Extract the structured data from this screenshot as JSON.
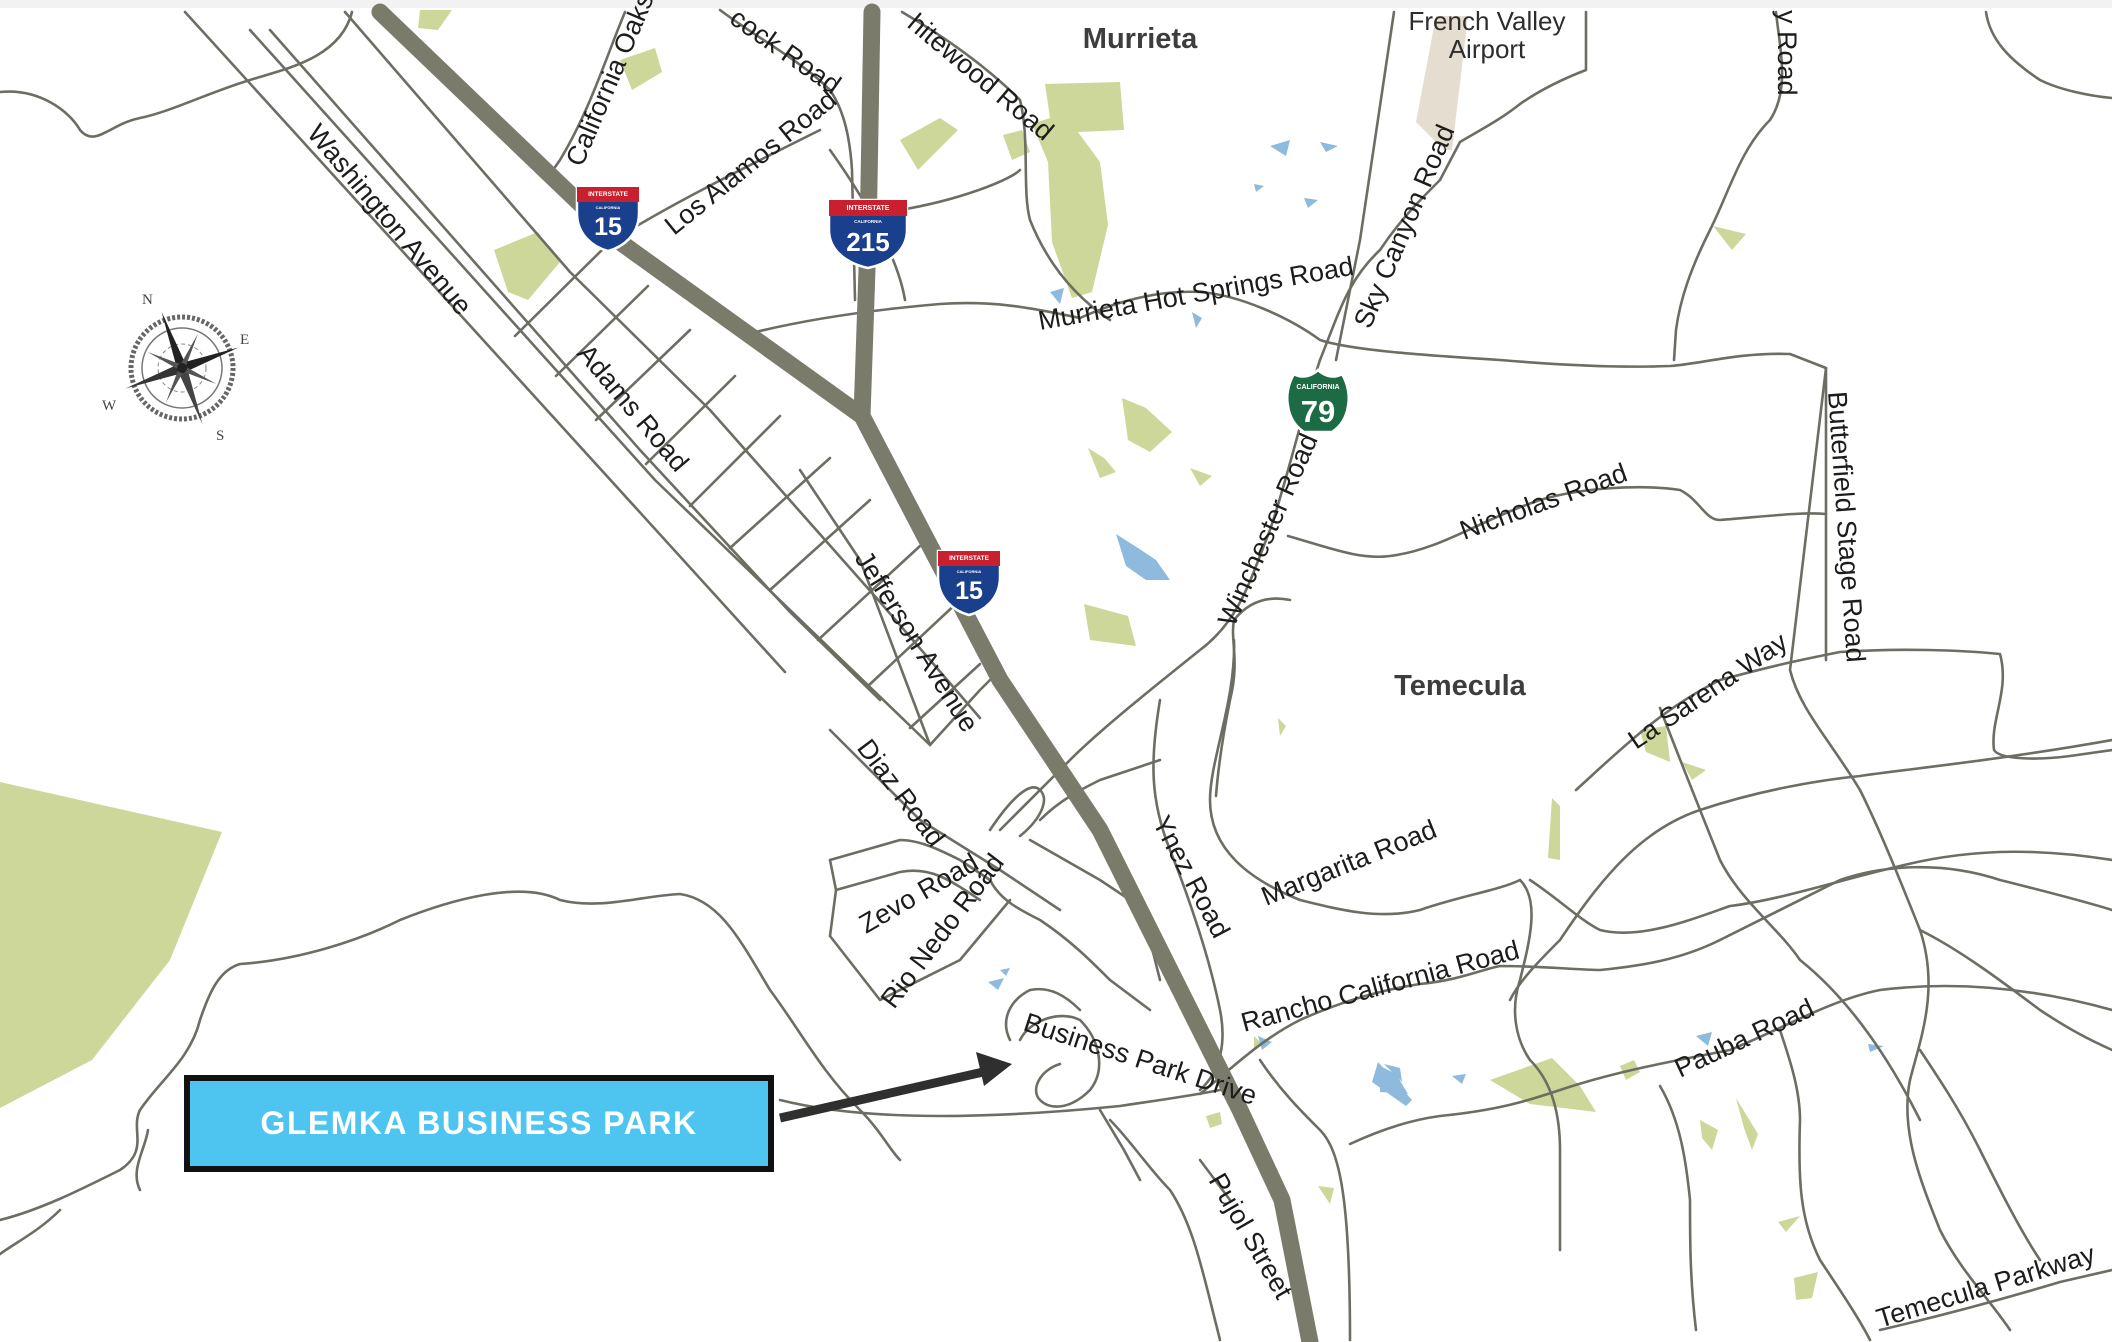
{
  "map": {
    "places": {
      "murrieta": "Murrieta",
      "temecula": "Temecula",
      "airport_line1": "French Valley",
      "airport_line2": "Airport"
    },
    "streets": {
      "california_oaks": "California Oaks",
      "cock_road": "cock Road",
      "whitewood_road": "hitewood Road",
      "los_alamos": "Los Alamos Road",
      "washington": "Washington Avenue",
      "adams": "Adams Road",
      "jefferson": "Jefferson Avenue",
      "diaz": "Diaz Road",
      "zevo": "Zevo Road",
      "rio_nedo": "Rio Nedo Road",
      "business_park": "Business Park Drive",
      "ynez": "Ynez Road",
      "margarita": "Margarita Road",
      "rancho_california": "Rancho California Road",
      "pujol": "Pujol Street",
      "murrieta_hot_springs": "Murrieta Hot Springs Road",
      "sky_canyon": "Sky Canyon Road",
      "winchester": "Winchester Road",
      "nicholas": "Nicholas Road",
      "butterfield": "Butterfield Stage Road",
      "la_serena": "La Sarena Way",
      "pauba": "Pauba Road",
      "temecula_parkway": "Temecula Parkway",
      "edge_road": "y Road"
    },
    "shields": [
      {
        "id": "i15-north",
        "top": "INTERSTATE",
        "sub": "CALIFORNIA",
        "number": "15"
      },
      {
        "id": "i215",
        "top": "INTERSTATE",
        "sub": "CALIFORNIA",
        "number": "215"
      },
      {
        "id": "i15-south",
        "top": "INTERSTATE",
        "sub": "CALIFORNIA",
        "number": "15"
      },
      {
        "id": "ca79",
        "top": "CALIFORNIA",
        "number": "79"
      }
    ],
    "compass": {
      "n": "N",
      "e": "E",
      "s": "S",
      "w": "W"
    },
    "callout": {
      "label": "GLEMKA BUSINESS PARK"
    },
    "colors": {
      "park": "#cdd799",
      "water": "#8dbadd",
      "road": "#6d6d64",
      "highway": "#7b7b6c",
      "callout_fill": "#4ec4f1",
      "interstate_blue": "#1a3f8c",
      "interstate_red": "#c8202f",
      "state_route_green": "#1d6b45"
    }
  }
}
